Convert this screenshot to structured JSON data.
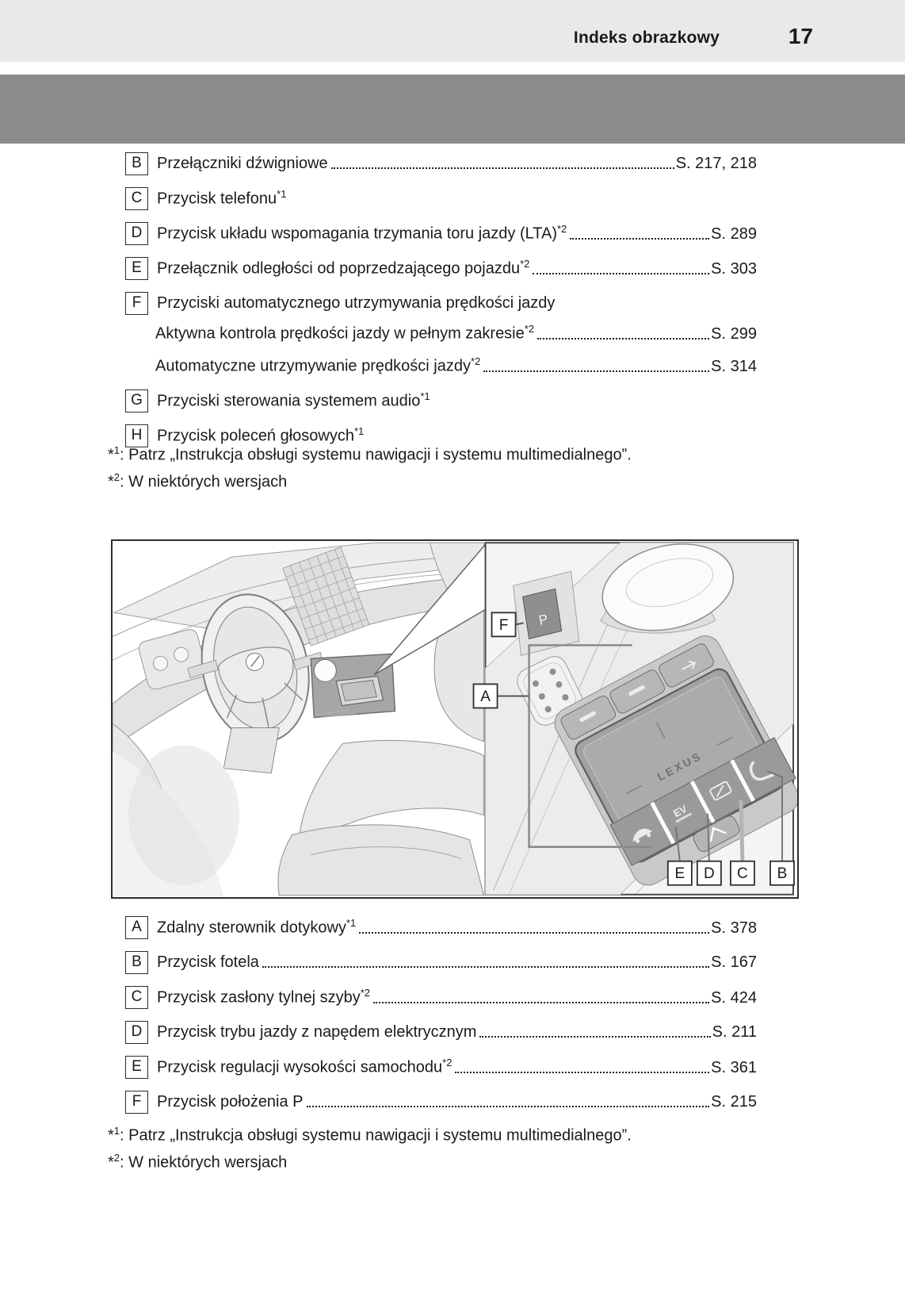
{
  "colors": {
    "header_bg": "#e9e9e9",
    "gray_band": "#8c8c8c",
    "text": "#1a1a1a",
    "figure_border": "#2f2f2f"
  },
  "header": {
    "title": "Indeks obrazkowy",
    "page_number": "17"
  },
  "top_list": {
    "items": [
      {
        "letter": "B",
        "label": "Przełączniki dźwigniowe",
        "sup": "",
        "page": "S. 217, 218"
      },
      {
        "letter": "C",
        "label": "Przycisk telefonu",
        "sup": "*1",
        "page": ""
      },
      {
        "letter": "D",
        "label": "Przycisk układu wspomagania trzymania toru jazdy (LTA)",
        "sup": "*2",
        "page": "S. 289"
      },
      {
        "letter": "E",
        "label": "Przełącznik odległości od poprzedzającego pojazdu",
        "sup": "*2",
        "page": "S. 303"
      },
      {
        "letter": "F",
        "label": "Przyciski automatycznego utrzymywania prędkości jazdy",
        "sup": "",
        "page": ""
      },
      {
        "letter": "",
        "label": "Aktywna kontrola prędkości jazdy w pełnym zakresie",
        "sup": "*2",
        "page": "S. 299"
      },
      {
        "letter": "",
        "label": "Automatyczne utrzymywanie prędkości jazdy",
        "sup": "*2",
        "page": "S. 314"
      },
      {
        "letter": "G",
        "label": "Przyciski sterowania systemem audio",
        "sup": "*1",
        "page": ""
      },
      {
        "letter": "H",
        "label": "Przycisk poleceń głosowych",
        "sup": "*1",
        "page": ""
      }
    ]
  },
  "top_footnotes": [
    {
      "star": "*",
      "num": "1",
      "text": ": Patrz „Instrukcja obsługi systemu nawigacji i systemu multimedialnego”."
    },
    {
      "star": "*",
      "num": "2",
      "text": ": W niektórych wersjach"
    }
  ],
  "figure": {
    "labels": {
      "f": "F",
      "a": "A",
      "e": "E",
      "d": "D",
      "c": "C",
      "b": "B"
    },
    "p_button_label": "P",
    "touchpad_logo": "LEXUS",
    "ev_label": "EV"
  },
  "bottom_list": {
    "items": [
      {
        "letter": "A",
        "label": "Zdalny sterownik dotykowy",
        "sup": "*1",
        "page": "S. 378"
      },
      {
        "letter": "B",
        "label": "Przycisk fotela",
        "sup": "",
        "page": "S. 167"
      },
      {
        "letter": "C",
        "label": "Przycisk zasłony tylnej szyby",
        "sup": "*2",
        "page": "S. 424"
      },
      {
        "letter": "D",
        "label": "Przycisk trybu jazdy z napędem elektrycznym",
        "sup": "",
        "page": "S. 211"
      },
      {
        "letter": "E",
        "label": "Przycisk regulacji wysokości samochodu",
        "sup": "*2",
        "page": "S. 361"
      },
      {
        "letter": "F",
        "label": "Przycisk położenia P",
        "sup": "",
        "page": "S. 215"
      }
    ]
  },
  "bottom_footnotes": [
    {
      "star": "*",
      "num": "1",
      "text": ": Patrz „Instrukcja obsługi systemu nawigacji i systemu multimedialnego”."
    },
    {
      "star": "*",
      "num": "2",
      "text": ": W niektórych wersjach"
    }
  ]
}
